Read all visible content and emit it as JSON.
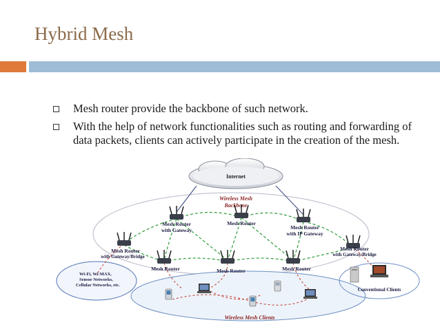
{
  "slide": {
    "title": "Hybrid Mesh",
    "bullets": [
      "Mesh router provide the backbone of such network.",
      "With the help of network functionalities such as routing and forwarding of data packets, clients can actively participate in the creation of the mesh."
    ]
  },
  "diagram": {
    "cloud_label": "Internet",
    "backbone_label_1": "Wireless Mesh",
    "backbone_label_2": "Backbone",
    "routers": {
      "top_left": {
        "line1": "Mesh Router",
        "line2": "with Gateway"
      },
      "top_center": {
        "line1": "Mesh Router"
      },
      "top_right": {
        "line1": "Mesh Router",
        "line2": "with IP Gateway"
      },
      "mid_left": {
        "line1": "Mesh Router",
        "line2": "with Gateway/Bridge"
      },
      "mid_right": {
        "line1": "Mesh Router",
        "line2": "with Gateway/Bridge"
      },
      "bottom_left": {
        "line1": "Mesh Router"
      },
      "bottom_center": {
        "line1": "Mesh Router"
      },
      "bottom_right": {
        "line1": "Mesh Router"
      }
    },
    "networks_label": [
      "Wi-Fi, Wi-MAX,",
      "Sensor Networks,",
      "Cellular Networks, etc."
    ],
    "conventional_label": "Conventional Clients",
    "clients_label": "Wireless Mesh Clients",
    "colors": {
      "mesh_link": "#2e9a3a",
      "backhaul": "#c0392b",
      "uplink": "#4a5a8a"
    }
  }
}
